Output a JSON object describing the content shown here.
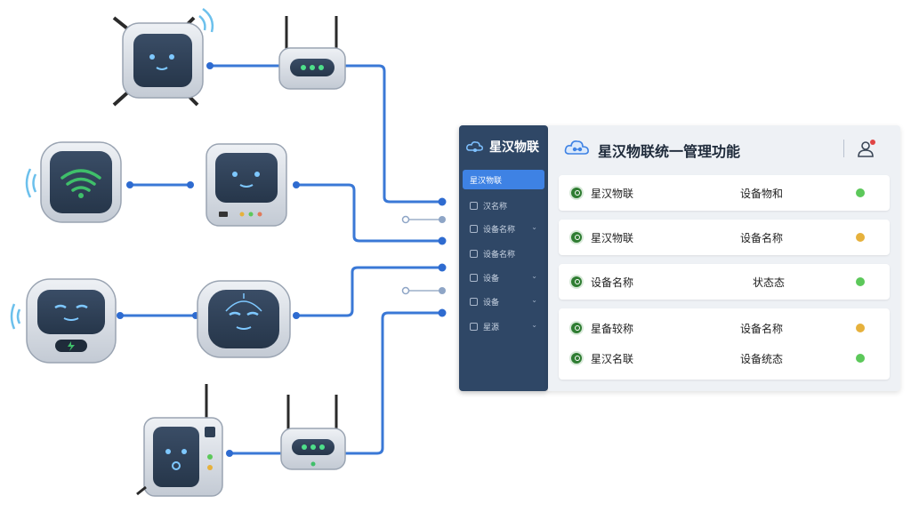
{
  "sidebar": {
    "brand": "星汉物联",
    "items": [
      {
        "label": "星汉物联",
        "active": true,
        "chevron": false
      },
      {
        "label": "汉名称",
        "active": false,
        "chevron": false
      },
      {
        "label": "设备名称",
        "active": false,
        "chevron": true
      },
      {
        "label": "设备名称",
        "active": false,
        "chevron": false
      },
      {
        "label": "设备",
        "active": false,
        "chevron": true
      },
      {
        "label": "设备",
        "active": false,
        "chevron": true
      },
      {
        "label": "星源",
        "active": false,
        "chevron": true
      }
    ]
  },
  "header": {
    "title": "星汉物联统一管理功能",
    "user_icon": "user-alert-icon"
  },
  "rows": [
    {
      "name": "星汉物联",
      "attr": "设备物和",
      "status_color": "#5cc85a"
    },
    {
      "name": "星汉物联",
      "attr": "设备名称",
      "status_color": "#e6b13c"
    },
    {
      "name": "设备名称",
      "attr": "状态态",
      "status_color": "#5cc85a"
    },
    {
      "name": "星备较称",
      "attr": "设备名称",
      "status_color": "#e6b13c"
    },
    {
      "name": "星汉名联",
      "attr": "设备统态",
      "status_color": "#5cc85a"
    }
  ],
  "colors": {
    "sidebar_bg": "#2f4766",
    "accent": "#3e82e4",
    "wire": "#3a78d6",
    "device_screen": "#2e3f55",
    "wifi_green": "#3fbf6a"
  },
  "devices": [
    {
      "id": "robot-top",
      "icon": "robot-face-icon"
    },
    {
      "id": "router-top",
      "icon": "router-icon"
    },
    {
      "id": "wifi-display",
      "icon": "wifi-icon"
    },
    {
      "id": "robot-mid",
      "icon": "robot-face-icon"
    },
    {
      "id": "robot-charger",
      "icon": "robot-face-icon"
    },
    {
      "id": "robot-round",
      "icon": "robot-face-icon"
    },
    {
      "id": "controller-bottom",
      "icon": "robot-face-icon"
    },
    {
      "id": "router-bottom",
      "icon": "router-icon"
    }
  ]
}
